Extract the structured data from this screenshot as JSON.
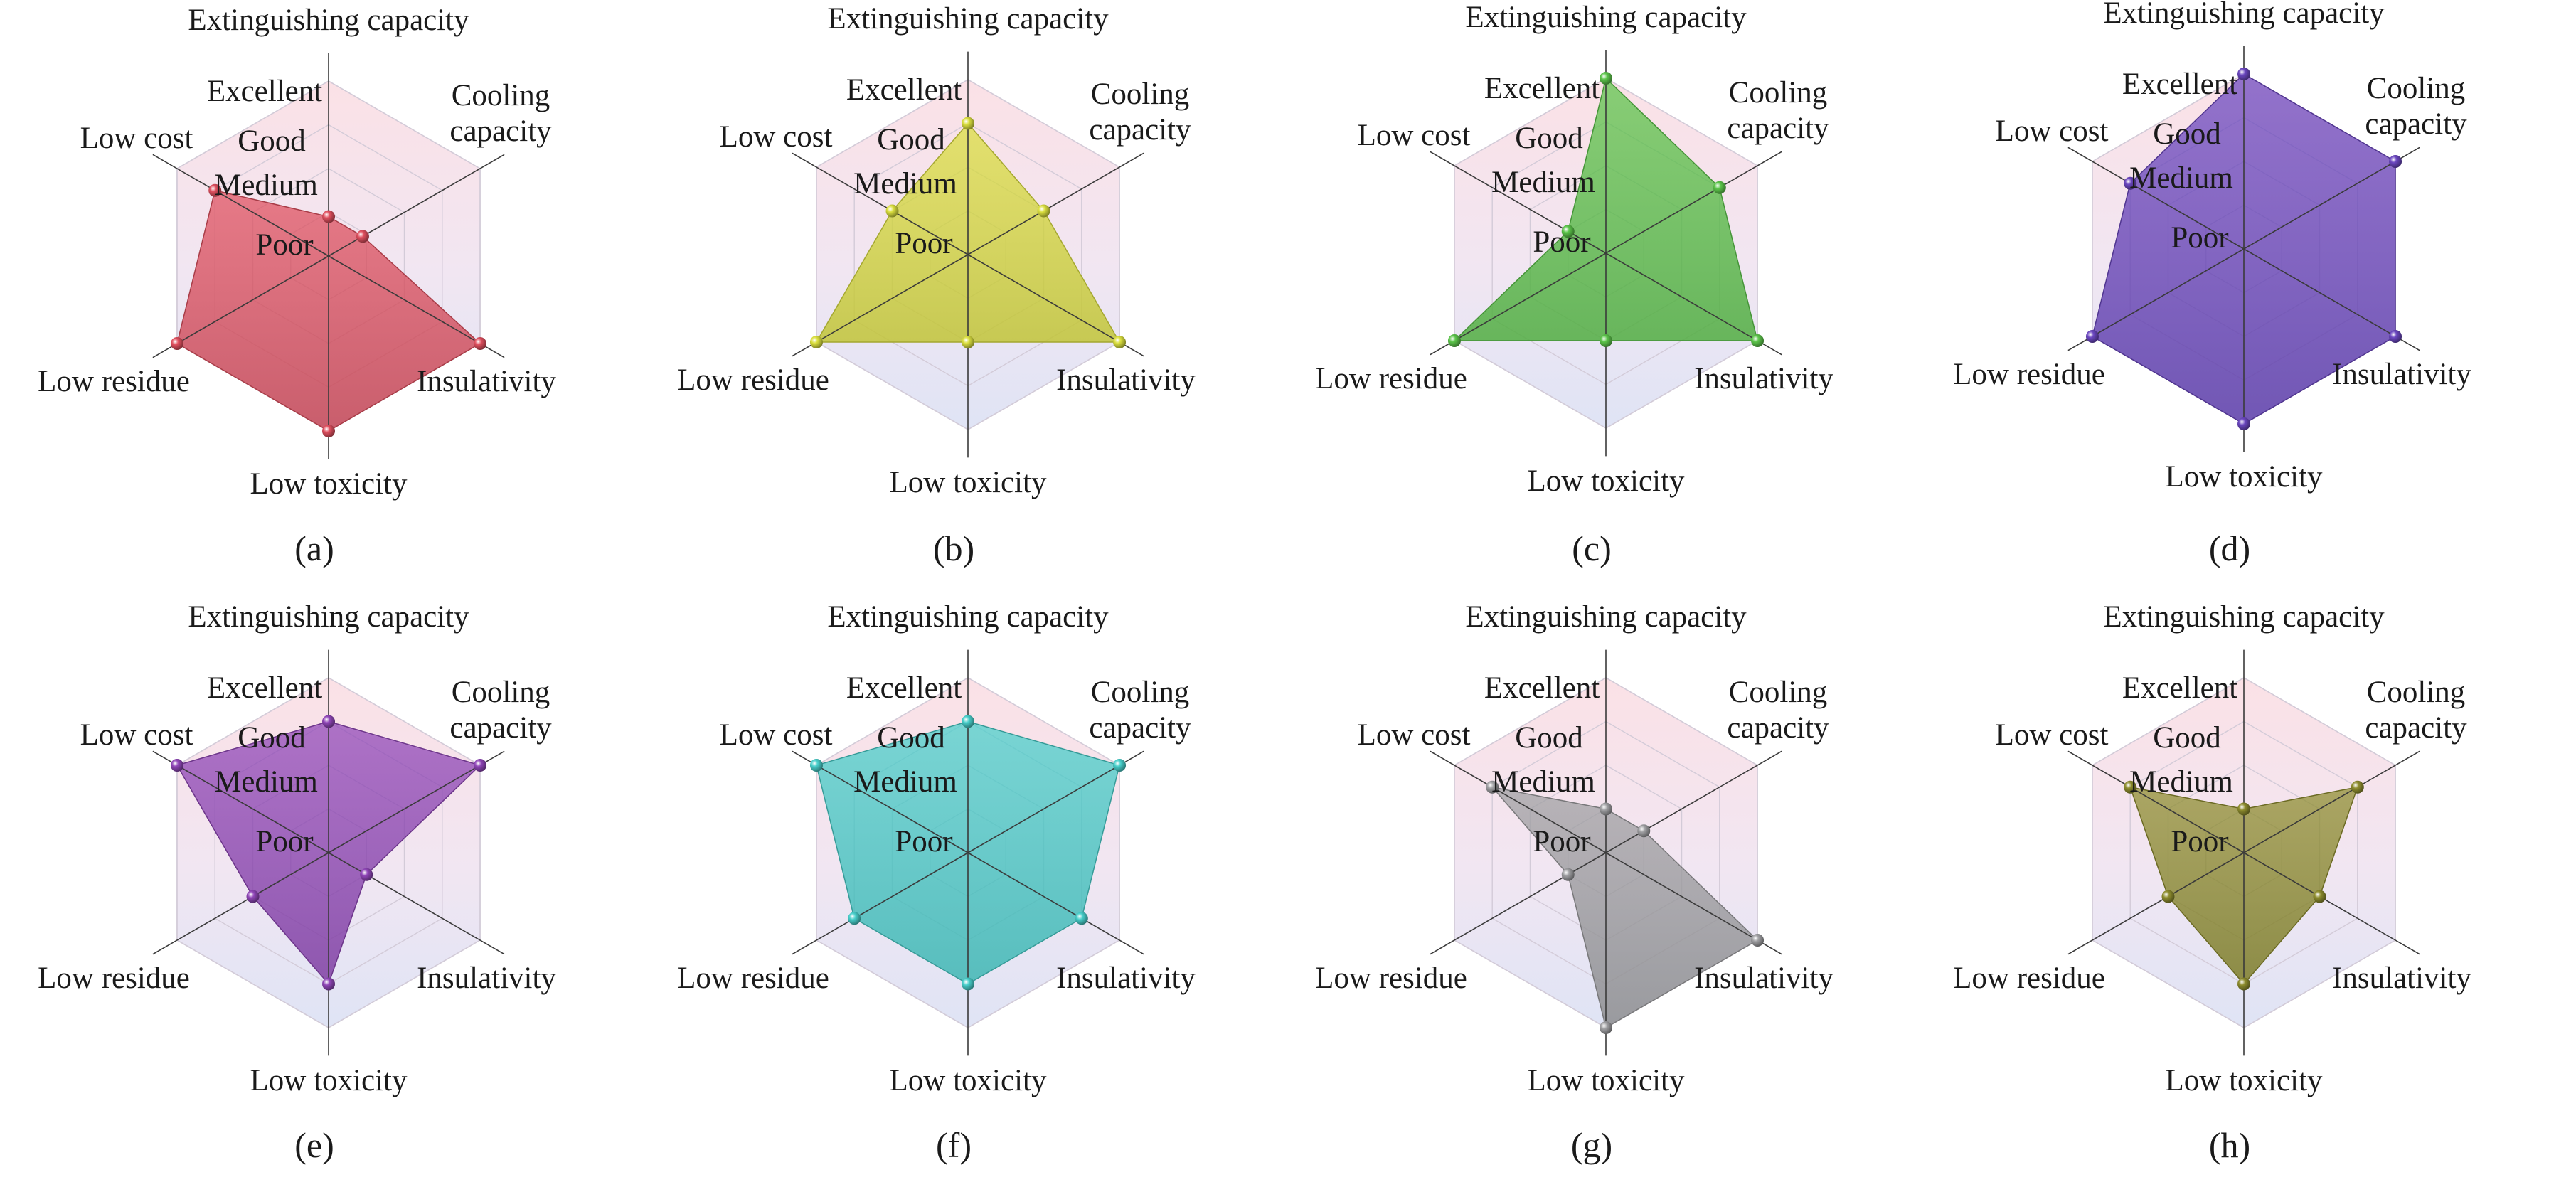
{
  "chart_data": {
    "type": "radar",
    "axes": [
      "Extinguishing capacity",
      "Cooling capacity",
      "Insulativity",
      "Low toxicity",
      "Low residue",
      "Low cost"
    ],
    "levels": [
      "Poor",
      "Medium",
      "Good",
      "Excellent"
    ],
    "scale": [
      0,
      4
    ],
    "panels": [
      {
        "label": "(a)",
        "color": "#e0505f",
        "values": [
          0.9,
          0.9,
          4,
          4,
          4,
          3
        ]
      },
      {
        "label": "(b)",
        "color": "#dbdf3f",
        "values": [
          3,
          2,
          4,
          2,
          4,
          2
        ]
      },
      {
        "label": "(c)",
        "color": "#5cc54a",
        "values": [
          4,
          3,
          4,
          2,
          4,
          1
        ]
      },
      {
        "label": "(d)",
        "color": "#6b47c0",
        "values": [
          4,
          4,
          4,
          4,
          4,
          3
        ]
      },
      {
        "label": "(e)",
        "color": "#9046b8",
        "values": [
          3,
          4,
          1,
          3,
          2,
          4
        ]
      },
      {
        "label": "(f)",
        "color": "#48cfcb",
        "values": [
          3,
          4,
          3,
          3,
          3,
          4
        ]
      },
      {
        "label": "(g)",
        "color": "#a0a0a3",
        "values": [
          1,
          1,
          4,
          4,
          1,
          3
        ]
      },
      {
        "label": "(h)",
        "color": "#8e8d2e",
        "values": [
          1,
          3,
          2,
          3,
          2,
          3
        ]
      }
    ]
  }
}
